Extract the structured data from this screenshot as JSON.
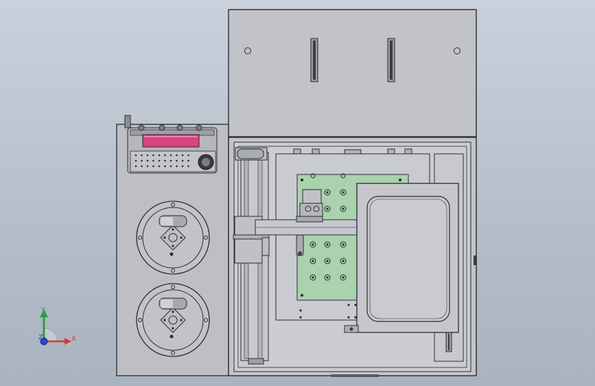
{
  "colors": {
    "background_top": "#c9d1dc",
    "background_bottom": "#aab3c0",
    "body": "#bfc1c7",
    "outline": "#2a2a2e",
    "display": "#d9447e",
    "pcb": "#a9d2ad",
    "axis_x": "#d63a3a",
    "axis_y": "#2f9e3c",
    "axis_z": "#2746c9"
  },
  "triad": {
    "x_label": "X",
    "y_label": "Y",
    "z_label": "Z"
  },
  "icons": {
    "triad": "coordinate-triad-icon",
    "hole": "screw-hole-icon",
    "knob": "rotary-knob-icon"
  }
}
